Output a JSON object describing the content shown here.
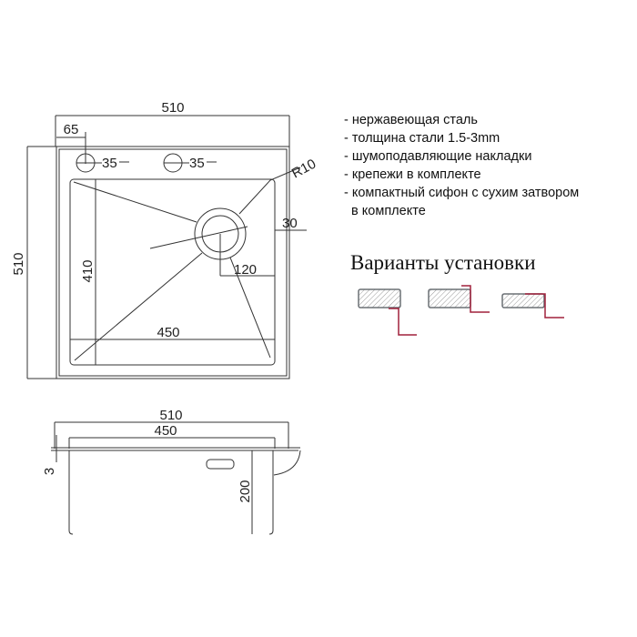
{
  "top_view": {
    "overall_width": "510",
    "overall_depth": "510",
    "hole_offset": "65",
    "hole1_diameter": "35",
    "hole2_diameter": "35",
    "corner_radius": "R10",
    "bowl_depth_dim": "410",
    "bowl_width_dim": "450",
    "drain_edge_offset": "30",
    "drain_offset": "120"
  },
  "side_view": {
    "overall_width": "510",
    "bowl_width": "450",
    "thickness": "3",
    "bowl_height": "200"
  },
  "features": [
    "- нержавеющая сталь",
    "- толщина стали 1.5-3mm",
    "- шумоподавляющие накладки",
    "- крепежи в комплекте",
    "- компактный сифон с сухим затвором",
    "  в комплекте"
  ],
  "installation": {
    "heading": "Варианты установки",
    "variants": [
      "flush-mount",
      "top-mount",
      "under-mount"
    ]
  },
  "colors": {
    "line": "#333333",
    "install_profile": "#a0203c",
    "countertop": "#6b7075"
  }
}
